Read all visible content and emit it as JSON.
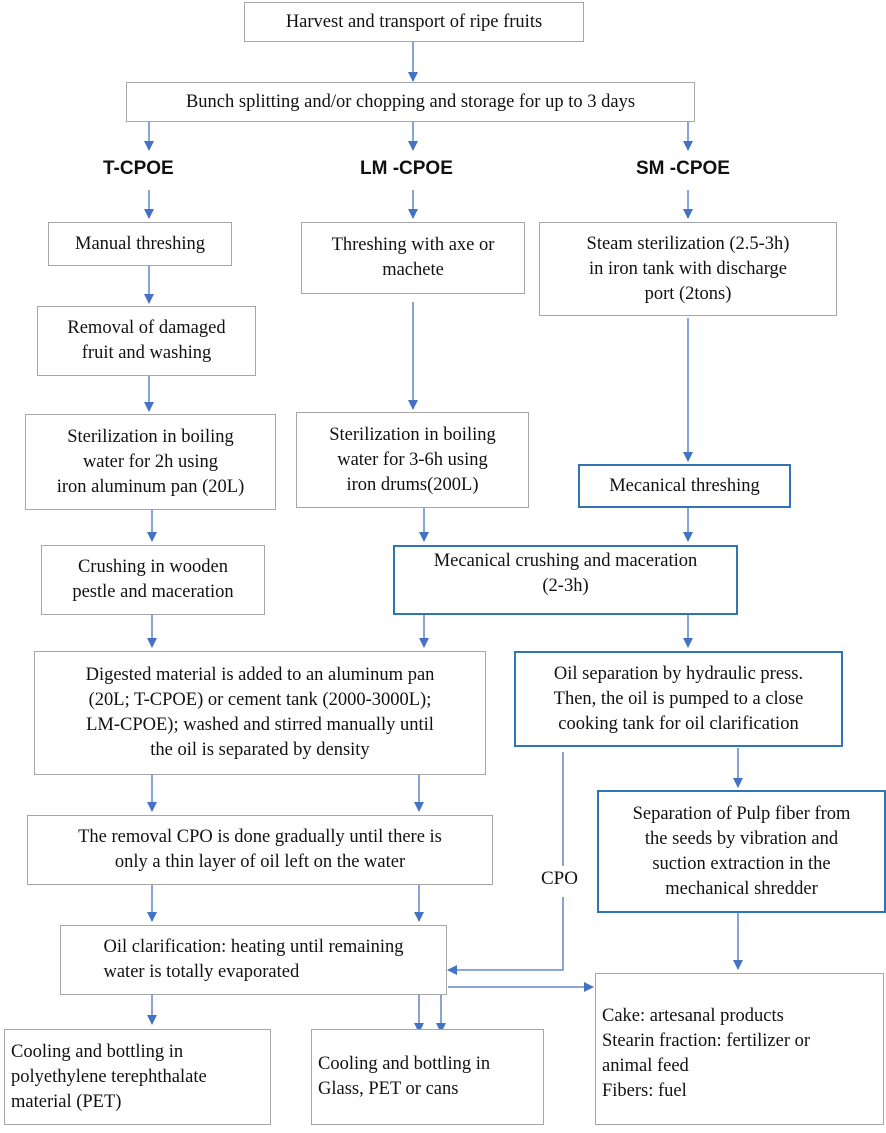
{
  "headers": {
    "t_cpoe": "T-CPOE",
    "lm_cpoe": "LM -CPOE",
    "sm_cpoe": "SM -CPOE"
  },
  "boxes": {
    "harvest": "Harvest and transport of ripe fruits",
    "bunch": "Bunch splitting and/or chopping and storage for up to 3 days",
    "manual_threshing": "Manual threshing",
    "removal_damaged": "Removal of damaged\nfruit and washing",
    "sterilization_t": "Sterilization in boiling\nwater for 2h using\niron aluminum pan (20L)",
    "crushing_wooden": "Crushing in wooden\npestle and maceration",
    "threshing_axe": "Threshing with axe or\nmachete",
    "sterilization_lm": "Sterilization in boiling\nwater for 3-6h using\niron drums(200L)",
    "steam_sterilization": "Steam sterilization (2.5-3h)\nin iron tank with discharge\nport (2tons)",
    "mechanical_threshing": "Mecanical threshing",
    "mechanical_crushing": "Mecanical crushing and maceration\n(2-3h)",
    "digested": "Digested material is added to an aluminum pan\n(20L; T-CPOE) or cement tank (2000-3000L);\nLM-CPOE); washed and stirred manually until\nthe oil is separated by density",
    "oil_separation": "Oil separation by hydraulic press.\nThen, the oil is pumped to a close\ncooking tank for oil clarification",
    "removal_cpo": "The removal CPO is done gradually until there is\nonly a thin layer of oil left on the water",
    "separation_pulp": "Separation of Pulp fiber from\nthe seeds by vibration and\nsuction extraction in the\nmechanical shredder",
    "clarification": "Oil clarification: heating until remaining\nwater is totally evaporated",
    "cooling_pet": "Cooling and bottling in\npolyethylene terephthalate\nmaterial (PET)",
    "cooling_glass": "Cooling and bottling in\nGlass, PET or cans",
    "byproducts": "Cake: artesanal products\nStearin fraction: fertilizer or\nanimal feed\nFibers: fuel"
  },
  "labels": {
    "cpo": "CPO"
  },
  "colors": {
    "arrow": "#4472c4",
    "box_border_gray": "#a6a6a6",
    "box_border_blue": "#2e75b6"
  }
}
